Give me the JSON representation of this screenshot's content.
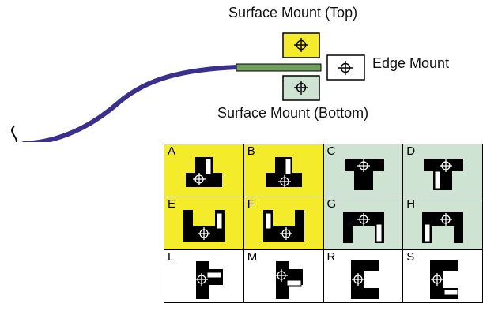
{
  "labels": {
    "top": "Surface Mount (Top)",
    "edge": "Edge Mount",
    "bottom": "Surface Mount (Bottom)"
  },
  "colors": {
    "yellow": "#f4ec2b",
    "green": "#cfe3d3",
    "pcb": "#6f9e5e",
    "cable": "#3a2f8c",
    "white": "#ffffff"
  },
  "grid": [
    [
      {
        "letter": "A",
        "bg": "yellow",
        "shape": "A"
      },
      {
        "letter": "B",
        "bg": "yellow",
        "shape": "B"
      },
      {
        "letter": "C",
        "bg": "green",
        "shape": "C"
      },
      {
        "letter": "D",
        "bg": "green",
        "shape": "D"
      }
    ],
    [
      {
        "letter": "E",
        "bg": "yellow",
        "shape": "E"
      },
      {
        "letter": "F",
        "bg": "yellow",
        "shape": "F"
      },
      {
        "letter": "G",
        "bg": "green",
        "shape": "G"
      },
      {
        "letter": "H",
        "bg": "green",
        "shape": "H"
      }
    ],
    [
      {
        "letter": "L",
        "bg": "white",
        "shape": "L"
      },
      {
        "letter": "M",
        "bg": "white",
        "shape": "M"
      },
      {
        "letter": "R",
        "bg": "white",
        "shape": "R"
      },
      {
        "letter": "S",
        "bg": "white",
        "shape": "S"
      }
    ]
  ]
}
